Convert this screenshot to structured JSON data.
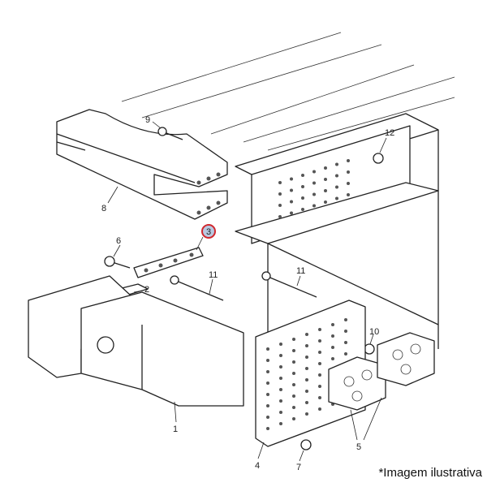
{
  "diagram": {
    "callouts": {
      "c1": "1",
      "c2": "2",
      "c3": "3",
      "c4": "4",
      "c5": "5",
      "c6": "6",
      "c7": "7",
      "c8": "8",
      "c9": "9",
      "c10": "10",
      "c11a": "11",
      "c11b": "11",
      "c12": "12"
    },
    "highlighted_callout": "3",
    "highlight_color": "#d0282e",
    "highlight_fill": "#b8c8e0"
  },
  "caption": "*Imagem ilustrativa"
}
